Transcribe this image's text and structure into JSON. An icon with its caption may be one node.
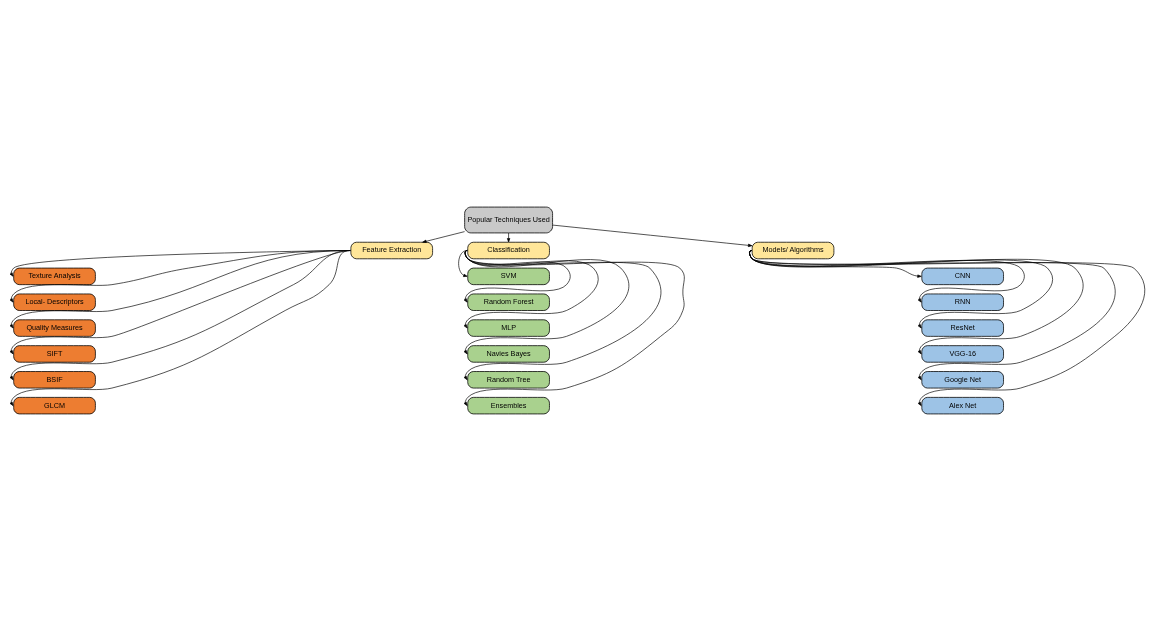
{
  "diagram": {
    "nodes": [
      {
        "text": [
          "Popular Techniques Used"
        ]
      },
      {
        "text": [
          "Feature Extraction"
        ]
      },
      {
        "text": [
          "Texture Analysis"
        ]
      },
      {
        "text": [
          "Local- Descriptors"
        ]
      },
      {
        "text": [
          "Quality Measures"
        ]
      },
      {
        "text": [
          "SIFT"
        ]
      },
      {
        "text": [
          "BSIF"
        ]
      },
      {
        "text": [
          "GLCM"
        ]
      },
      {
        "text": [
          "Classification"
        ]
      },
      {
        "text": [
          "SVM"
        ]
      },
      {
        "text": [
          "Random Forest"
        ]
      },
      {
        "text": [
          "MLP"
        ]
      },
      {
        "text": [
          "Navies Bayes"
        ]
      },
      {
        "text": [
          "Random Tree"
        ]
      },
      {
        "text": [
          "Ensembles"
        ]
      },
      {
        "text": [
          "Models/ Algorithms"
        ]
      },
      {
        "text": [
          "CNN"
        ]
      },
      {
        "text": [
          "RNN"
        ]
      },
      {
        "text": [
          "ResNet"
        ]
      },
      {
        "text": [
          "VGG-16"
        ]
      },
      {
        "text": [
          "Google Net"
        ]
      },
      {
        "text": [
          "Alex Net"
        ]
      }
    ],
    "edges": [
      {
        "from": 0,
        "to": 1,
        "arrow": "to"
      },
      {
        "from": 0,
        "to": 8,
        "arrow": "to"
      },
      {
        "from": 0,
        "to": 15,
        "arrow": "to"
      },
      {
        "from": 1,
        "to": 2,
        "arrow": "to"
      },
      {
        "from": 1,
        "to": 3,
        "arrow": "to"
      },
      {
        "from": 1,
        "to": 4,
        "arrow": "to"
      },
      {
        "from": 1,
        "to": 5,
        "arrow": "to"
      },
      {
        "from": 1,
        "to": 6,
        "arrow": "to"
      },
      {
        "from": 1,
        "to": 7,
        "arrow": "to"
      },
      {
        "from": 8,
        "to": 9,
        "arrow": "to"
      },
      {
        "from": 8,
        "to": 10,
        "arrow": "to"
      },
      {
        "from": 8,
        "to": 11,
        "arrow": "to"
      },
      {
        "from": 8,
        "to": 12,
        "arrow": "to"
      },
      {
        "from": 8,
        "to": 13,
        "arrow": "to"
      },
      {
        "from": 8,
        "to": 14,
        "arrow": "to"
      },
      {
        "from": 15,
        "to": 16,
        "arrow": "to"
      },
      {
        "from": 15,
        "to": 17,
        "arrow": "to"
      },
      {
        "from": 15,
        "to": 18,
        "arrow": "to"
      },
      {
        "from": 15,
        "to": 19,
        "arrow": "to"
      },
      {
        "from": 15,
        "to": 20,
        "arrow": "to"
      },
      {
        "from": 15,
        "to": 21,
        "arrow": "to"
      }
    ]
  }
}
